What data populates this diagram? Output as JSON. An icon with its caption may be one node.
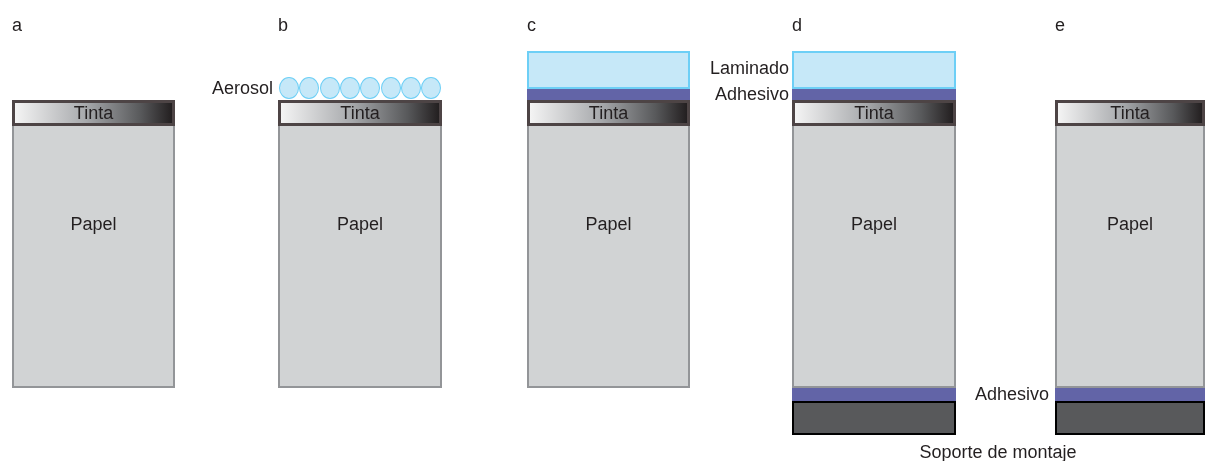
{
  "diagram": {
    "nodes": [
      {
        "text": [
          "Tinta"
        ]
      },
      {
        "text": [
          "Papel"
        ]
      },
      {
        "text": [],
        "shape": "circle"
      },
      {
        "text": [],
        "shape": "circle"
      },
      {
        "text": [],
        "shape": "circle"
      },
      {
        "text": [],
        "shape": "circle"
      },
      {
        "text": [],
        "shape": "circle"
      },
      {
        "text": [],
        "shape": "circle"
      },
      {
        "text": [],
        "shape": "circle"
      },
      {
        "text": [],
        "shape": "circle"
      },
      {
        "text": [
          "Tinta"
        ]
      },
      {
        "text": [
          "Papel"
        ]
      },
      {
        "text": [],
        "shape": "box"
      },
      {
        "text": [],
        "shape": "bar"
      },
      {
        "text": [
          "Tinta"
        ]
      },
      {
        "text": [
          "Papel"
        ]
      },
      {
        "text": [],
        "shape": "box"
      },
      {
        "text": [],
        "shape": "bar"
      },
      {
        "text": [
          "Tinta"
        ]
      },
      {
        "text": [
          "Papel"
        ]
      },
      {
        "text": [],
        "shape": "bar"
      },
      {
        "text": [],
        "shape": "box"
      },
      {
        "text": [
          "Tinta"
        ]
      },
      {
        "text": [
          "Papel"
        ]
      },
      {
        "text": [],
        "shape": "bar"
      },
      {
        "text": [],
        "shape": "box"
      }
    ],
    "labels": [
      "a",
      "b",
      "c",
      "d",
      "e",
      "Aerosol",
      "Laminado",
      "Adhesivo",
      "Adhesivo",
      "Soporte de montaje"
    ]
  }
}
